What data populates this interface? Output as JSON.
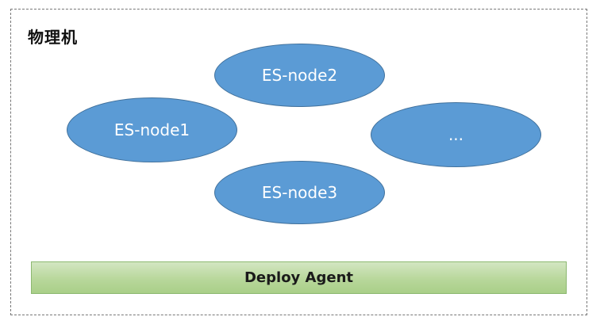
{
  "frame": {
    "title": "物理机"
  },
  "nodes": [
    {
      "id": "node2",
      "label": "ES-node2"
    },
    {
      "id": "node1",
      "label": "ES-node1"
    },
    {
      "id": "more",
      "label": "..."
    },
    {
      "id": "node3",
      "label": "ES-node3"
    }
  ],
  "agent": {
    "label": "Deploy Agent"
  },
  "colors": {
    "node_fill": "#5b9bd5",
    "node_stroke": "#41719c",
    "agent_fill": "#b8d79b",
    "frame_border": "#777777"
  }
}
